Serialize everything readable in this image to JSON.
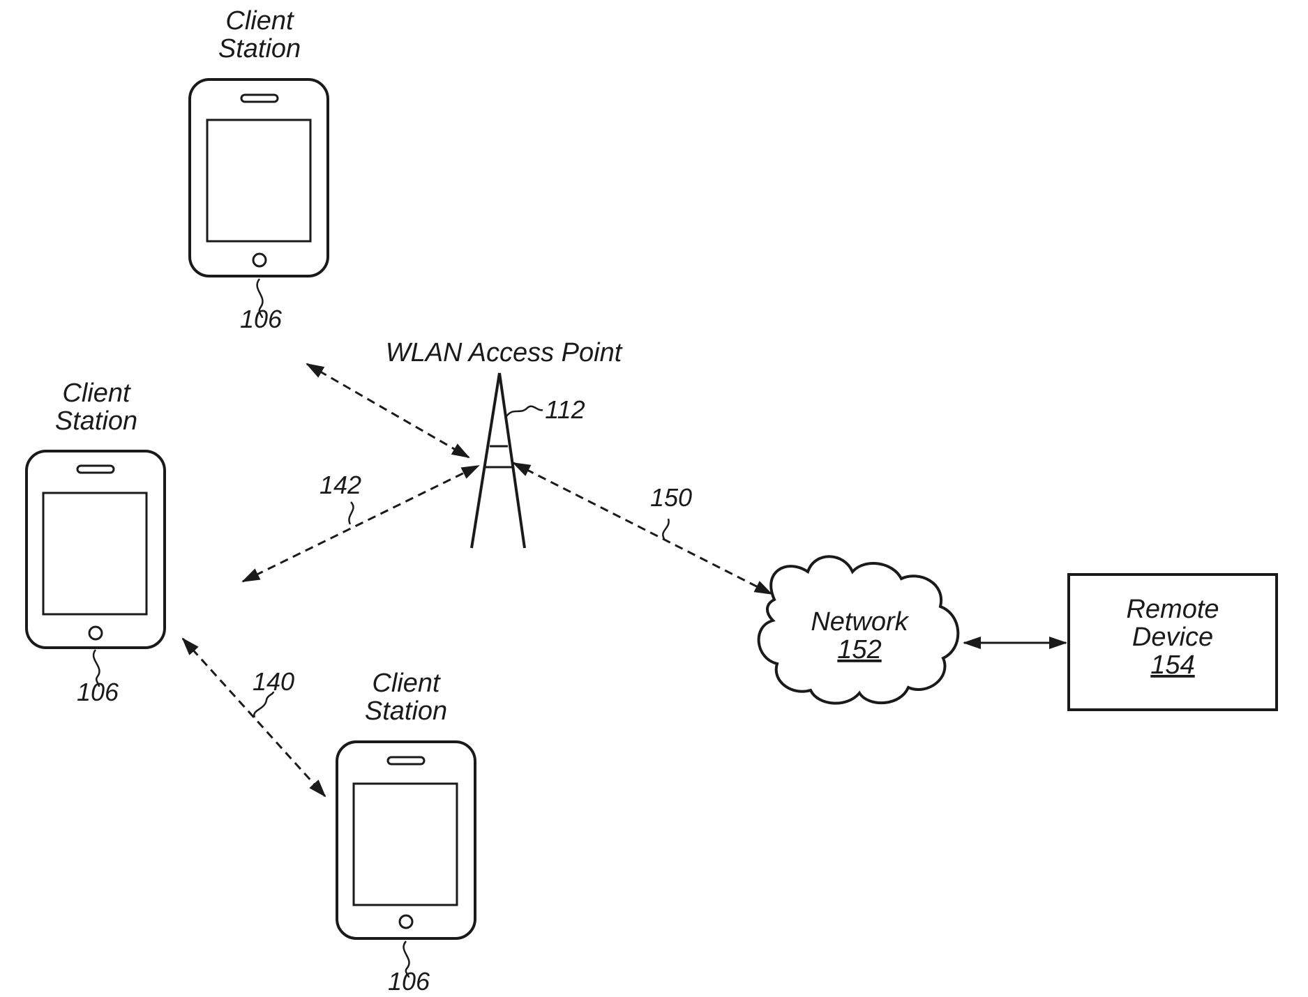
{
  "client_stations": [
    {
      "label_line1": "Client",
      "label_line2": "Station",
      "ref": "106"
    },
    {
      "label_line1": "Client",
      "label_line2": "Station",
      "ref": "106"
    },
    {
      "label_line1": "Client",
      "label_line2": "Station",
      "ref": "106"
    }
  ],
  "access_point": {
    "label": "WLAN Access Point",
    "ref": "112"
  },
  "links": {
    "left_link_ref": "142",
    "lower_link_ref": "140",
    "network_link_ref": "150"
  },
  "network": {
    "label": "Network",
    "ref": "152"
  },
  "remote_device": {
    "label_line1": "Remote",
    "label_line2": "Device",
    "ref": "154"
  },
  "colors": {
    "line": "#1a1a1a",
    "background": "#ffffff"
  }
}
